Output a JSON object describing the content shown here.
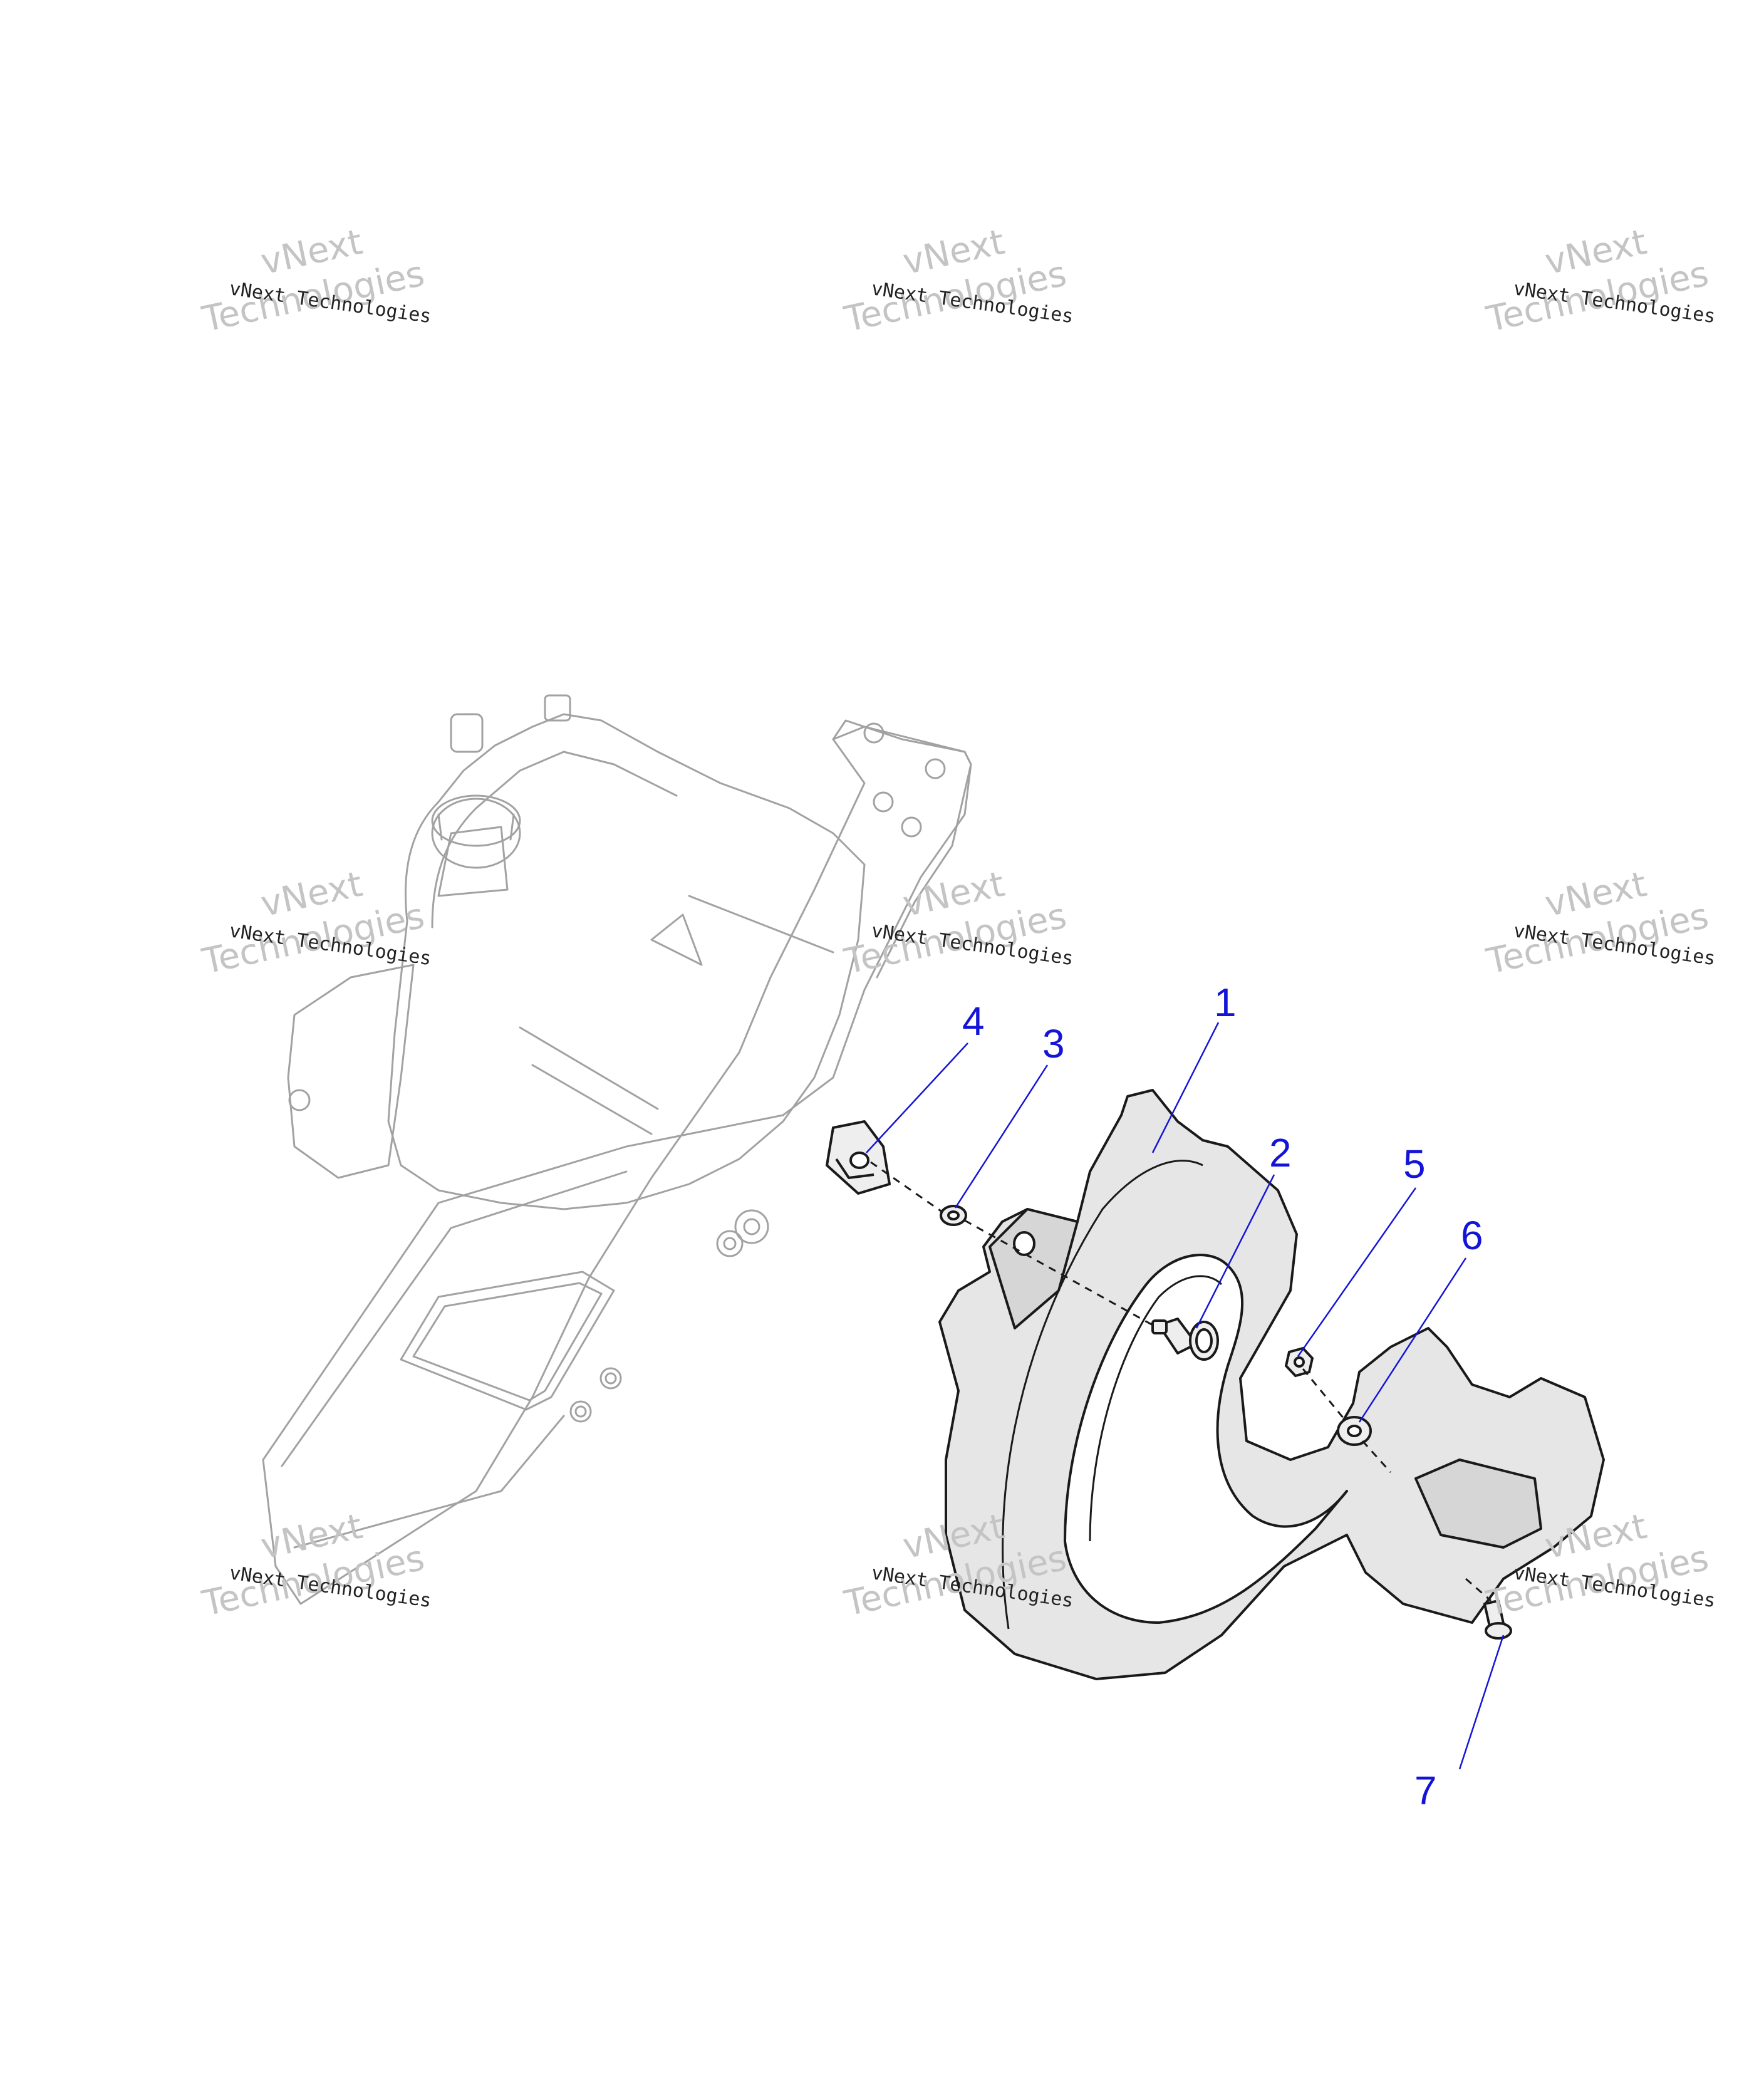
{
  "watermark": {
    "brand_line": "vNext Technologies",
    "big_line1": "vNext",
    "big_line2": "Technologies"
  },
  "callouts": [
    {
      "number": "1",
      "part": "belt-guard"
    },
    {
      "number": "2",
      "part": "quarter-turn-fastener"
    },
    {
      "number": "3",
      "part": "retaining-washer"
    },
    {
      "number": "4",
      "part": "clip-nut"
    },
    {
      "number": "5",
      "part": "hex-nut"
    },
    {
      "number": "6",
      "part": "washer"
    },
    {
      "number": "7",
      "part": "push-rivet"
    }
  ],
  "colors": {
    "callout": "#1414d8",
    "background_outline": "#9a9a9a",
    "part_outline": "#1a1a1a",
    "part_fill": "#e6e6e6",
    "watermark": "#c8c8c8"
  }
}
